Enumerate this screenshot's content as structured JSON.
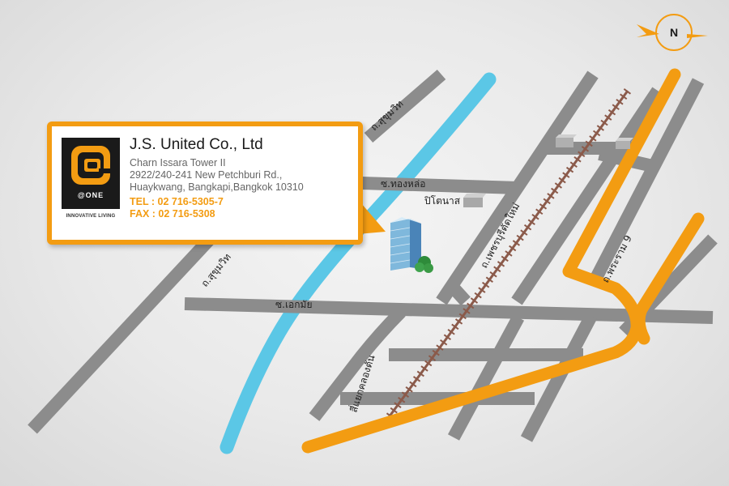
{
  "company": {
    "name": "J.S. United Co., Ltd",
    "address_line1": "Charn Issara Tower II",
    "address_line2": "2922/240-241 New Petchburi Rd.,",
    "address_line3": "Huaykwang, Bangkapi,Bangkok 10310",
    "tel": "TEL : 02 716-5305-7",
    "fax": "FAX : 02 716-5308"
  },
  "logo": {
    "brand": "@ONE",
    "tagline": "INNOVATIVE LIVING"
  },
  "compass": {
    "label": "N"
  },
  "roads": {
    "sukhumvit_top": "ถ.สุขุมวิท",
    "sukhumvit_bottom": "ถ.สุขุมวิท",
    "thonglor": "ซ.ทองหล่อ",
    "ekkamai": "ซ.เอกมัย",
    "petchburi": "ถ.เพชรบุรีตัดใหม่",
    "rama9": "ถ.พระราม 9",
    "klongtan": "สี่แยกคลองตัน"
  },
  "landmarks": {
    "pitinas": "ปิโตนาส"
  },
  "colors": {
    "road": "#8c8c8c",
    "expressway": "#f39c12",
    "canal": "#5bc7e6",
    "railway": "#8b5a4a",
    "accent": "#f39c12"
  }
}
